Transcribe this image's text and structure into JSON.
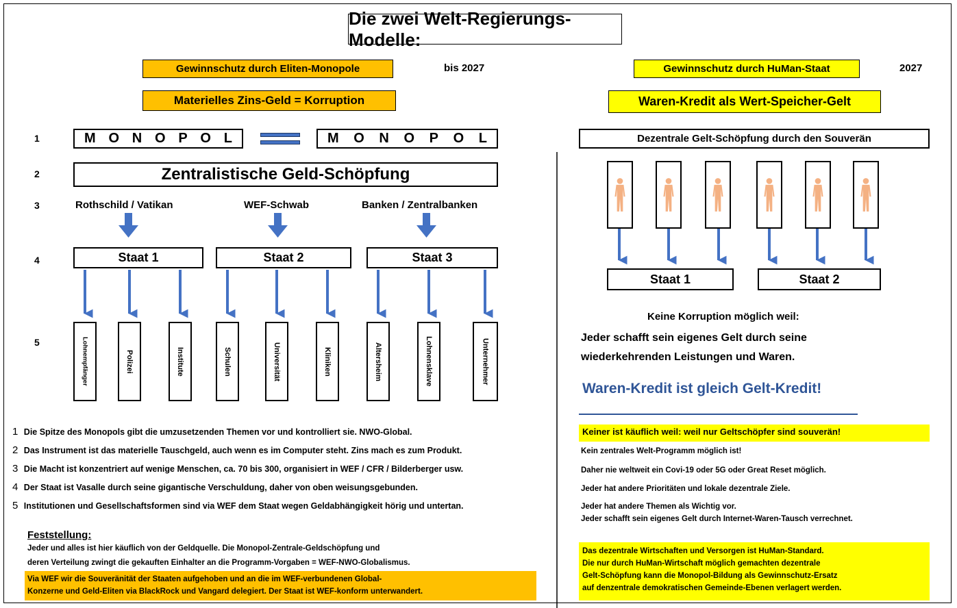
{
  "title": "Die zwei Welt-Regierungs-Modelle:",
  "left": {
    "header_orange": "Gewinnschutz durch Eliten-Monopole",
    "header_year": "bis 2027",
    "sub_orange": "Materielles Zins-Geld = Korruption",
    "row_numbers": [
      "1",
      "2",
      "3",
      "4",
      "5"
    ],
    "monopol_left": [
      "M",
      "O",
      "N",
      "O",
      "P",
      "O",
      "L"
    ],
    "monopol_right": [
      "M",
      "O",
      "N",
      "O",
      "P",
      "O",
      "L"
    ],
    "central_box": "Zentralistische Geld-Schöpfung",
    "sources": [
      "Rothschild / Vatikan",
      "WEF-Schwab",
      "Banken / Zentralbanken"
    ],
    "states": [
      "Staat 1",
      "Staat 2",
      "Staat  3"
    ],
    "institutions": [
      "Lohnempfänger",
      "Polizei",
      "Institute",
      "Schulen",
      "Universität",
      "Kliniken",
      "Altersheim",
      "Lohnensklave",
      "Unternehmer"
    ],
    "notes": [
      {
        "num": "1",
        "text": "Die Spitze des Monopols gibt die umzusetzenden Themen vor und kontrolliert sie.  NWO-Global."
      },
      {
        "num": "2",
        "text": "Das Instrument ist das materielle Tauschgeld, auch wenn es im Computer steht. Zins mach es zum Produkt."
      },
      {
        "num": "3",
        "text": "Die Macht ist konzentriert auf wenige Menschen, ca. 70 bis 300, organisiert in WEF / CFR / Bilderberger usw."
      },
      {
        "num": "4",
        "text": "Der Staat ist Vasalle durch seine gigantische Verschuldung, daher von oben weisungsgebunden."
      },
      {
        "num": "5",
        "text": "Institutionen und Gesellschaftsformen sind via WEF dem Staat wegen Geldabhängigkeit hörig und untertan."
      }
    ],
    "feststellung_title": "Feststellung:",
    "feststellung_lines": [
      "Jeder und alles ist hier käuflich von der Geldquelle. Die Monopol-Zentrale-Geldschöpfung und",
      "deren Verteilung zwingt die gekauften Einhalter an die Programm-Vorgaben = WEF-NWO-Globalismus."
    ],
    "feststellung_orange": [
      "Via WEF wir die Souveränität der Staaten aufgehoben und an die im WEF-verbundenen Global-",
      "Konzerne und Geld-Eliten via BlackRock und Vangard delegiert. Der Staat ist WEF-konform unterwandert."
    ]
  },
  "right": {
    "header_yellow": "Gewinnschutz durch HuMan-Staat",
    "header_year": "2027",
    "sub_yellow": "Waren-Kredit als Wert-Speicher-Gelt",
    "decentral_box": "Dezentrale Gelt-Schöpfung durch den Souverän",
    "person_count": 6,
    "states": [
      "Staat 1",
      "Staat 2"
    ],
    "no_corruption": "Keine Korruption möglich weil:",
    "statement_lines": [
      "Jeder schafft sein eigenes Gelt durch seine",
      "wiederkehrenden Leistungen und Waren."
    ],
    "blue_heading": "Waren-Kredit ist gleich Gelt-Kredit!",
    "yellow_banner": "Keiner ist käuflich weil: weil nur Geltschöpfer sind souverän!",
    "lines": [
      "Kein zentrales Welt-Programm möglich ist!",
      "Daher nie weltweit ein Covi-19 oder 5G oder Great Reset möglich.",
      "Jeder hat andere Prioritäten und lokale dezentrale Ziele.",
      "Jeder hat andere Themen als Wichtig vor.",
      "Jeder schafft sein eigenes Gelt durch Internet-Waren-Tausch verrechnet."
    ],
    "yellow_block": [
      "Das dezentrale Wirtschaften und Versorgen ist HuMan-Standard.",
      "Die nur durch HuMan-Wirtschaft möglich gemachten dezentrale",
      "Gelt-Schöpfung kann die Monopol-Bildung als Gewinnschutz-Ersatz",
      "auf denzentrale demokratischen Gemeinde-Ebenen verlagert werden."
    ]
  },
  "colors": {
    "orange": "#FFC000",
    "yellow": "#FFFF00",
    "arrow_blue": "#4472C4",
    "heading_blue": "#2F5597",
    "skin": "#F4B183"
  }
}
